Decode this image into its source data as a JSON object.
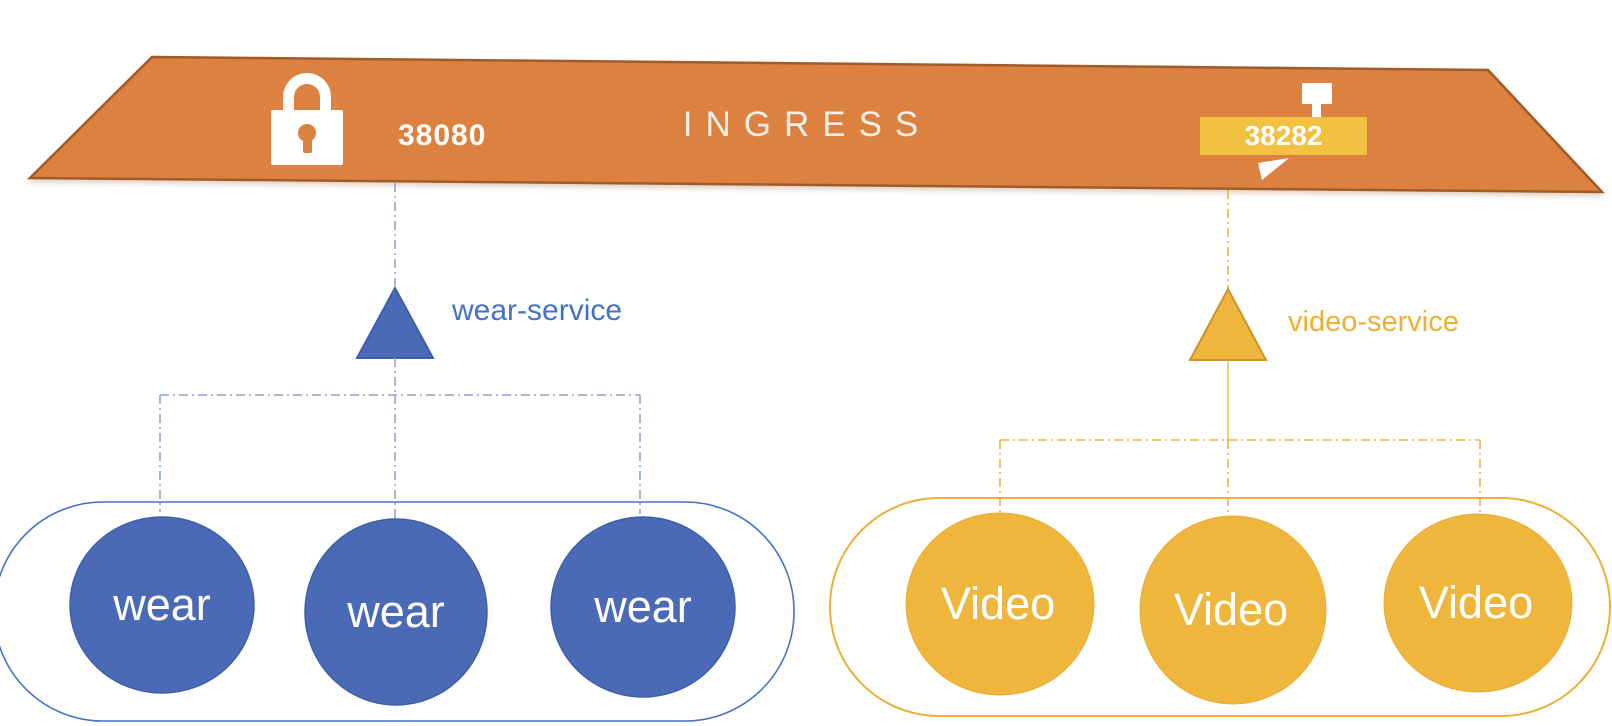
{
  "ingress": {
    "title": "INGRESS",
    "secure_port": "38080",
    "video_port": "38282",
    "lock_icon": "lock-icon",
    "flag_icon": "flag-icon"
  },
  "wear_service": {
    "label": "wear-service",
    "pods": [
      "wear",
      "wear",
      "wear"
    ]
  },
  "video_service": {
    "label": "video-service",
    "pods": [
      "Video",
      "Video",
      "Video"
    ]
  },
  "colors": {
    "ingress_orange": "#DC8140",
    "ingress_border": "#A05C28",
    "port_box_yellow": "#F3C142",
    "blue_fill": "#4A6AB5",
    "blue_accent": "#4472C4",
    "blue_connector": "#8FA3D0",
    "gold_fill": "#EFB63D",
    "gold_accent": "#EDB43C",
    "white": "#FFFFFF"
  }
}
